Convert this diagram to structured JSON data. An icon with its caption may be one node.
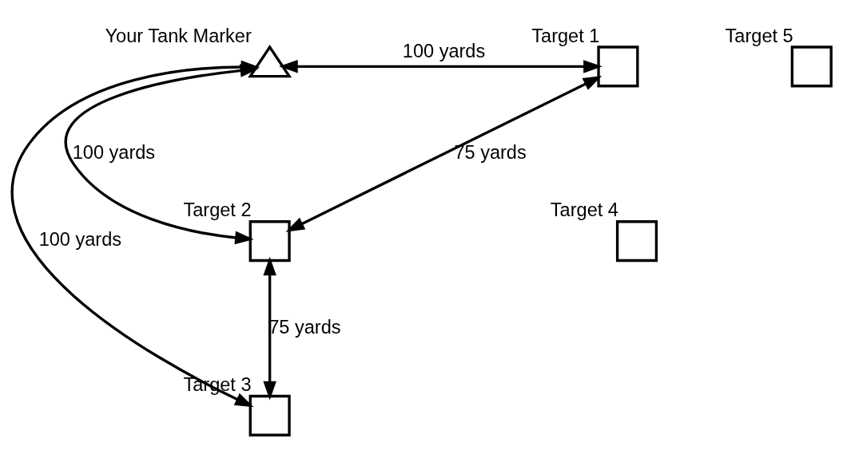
{
  "diagram": {
    "nodes": [
      {
        "text": [],
        "shape": "triangle",
        "beside": [
          "Your Tank Marker"
        ]
      },
      {
        "text": [],
        "shape": "box",
        "beside": [
          "Target 1"
        ]
      },
      {
        "text": [],
        "shape": "box",
        "beside": [
          "Target 2"
        ]
      },
      {
        "text": [],
        "shape": "box",
        "beside": [
          "Target 3"
        ]
      },
      {
        "text": [],
        "shape": "box",
        "beside": [
          "Target 4"
        ]
      },
      {
        "text": [],
        "shape": "box",
        "beside": [
          "Target 5"
        ]
      }
    ],
    "edges": [
      {
        "from": 0,
        "to": 1,
        "arrow": "both",
        "label": "100 yards"
      },
      {
        "from": 1,
        "to": 2,
        "arrow": "both",
        "label": "75 yards"
      },
      {
        "from": 0,
        "to": 2,
        "arrow": "both",
        "label": "100 yards"
      },
      {
        "from": 0,
        "to": 3,
        "arrow": "both",
        "label": "100 yards"
      },
      {
        "from": 2,
        "to": 3,
        "arrow": "both",
        "label": "75 yards"
      }
    ]
  }
}
